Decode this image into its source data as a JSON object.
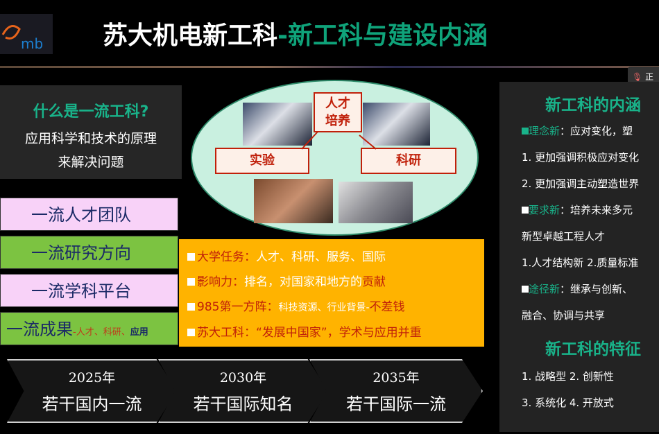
{
  "header": {
    "title_main": "苏大机电新工科",
    "title_sub": "-新工科与建设内涵",
    "logo": "mb"
  },
  "what": {
    "heading": "什么是一流工科?",
    "line1": "应用科学和技术的原理",
    "line2": "来解决问题"
  },
  "tiers": [
    "一流人才团队",
    "一流研究方向",
    "一流学科平台"
  ],
  "tier4": {
    "main": "一流成果",
    "s1": "-人才、科研、",
    "s2": "应用"
  },
  "diagram": {
    "top": "人才\n培养",
    "left": "实验",
    "right": "科研"
  },
  "orange": [
    {
      "k": "大学任务：",
      "v": "人才、科研、服务、国际"
    },
    {
      "k": "影响力：",
      "v": "排名，对国家和地方的",
      "v2": "贡献"
    },
    {
      "k": "985第一方阵：",
      "v": "科技资源、行业背景-",
      "v2": "不差钱"
    },
    {
      "k": "苏大工科：",
      "v": "“发展中国家”，学术与应用并重"
    }
  ],
  "timeline": [
    {
      "year": "2025年",
      "desc": "若干国内一流"
    },
    {
      "year": "2030年",
      "desc": "若干国际知名"
    },
    {
      "year": "2035年",
      "desc": "若干国际一流"
    }
  ],
  "right": {
    "h1": "新工科的内涵",
    "l1k": "理念新",
    "l1v": "：应对变化，塑",
    "l2": "1. 更加强调积极应对变化",
    "l3": "2.  更加强调主动塑造世界",
    "l4k": "要求新",
    "l4v": "：培养未来多元",
    "l5": "新型卓越工程人才",
    "l6": "1.人才结构新   2.质量标准",
    "l7k": "途径新",
    "l7v": "：继承与创新、",
    "l8": "融合、协调与共享",
    "h2": "新工科的特征",
    "l9": "1. 战略型    2. 创新性",
    "l10": "3. 系统化   4. 开放式"
  },
  "toolbar": {
    "label": "正"
  }
}
